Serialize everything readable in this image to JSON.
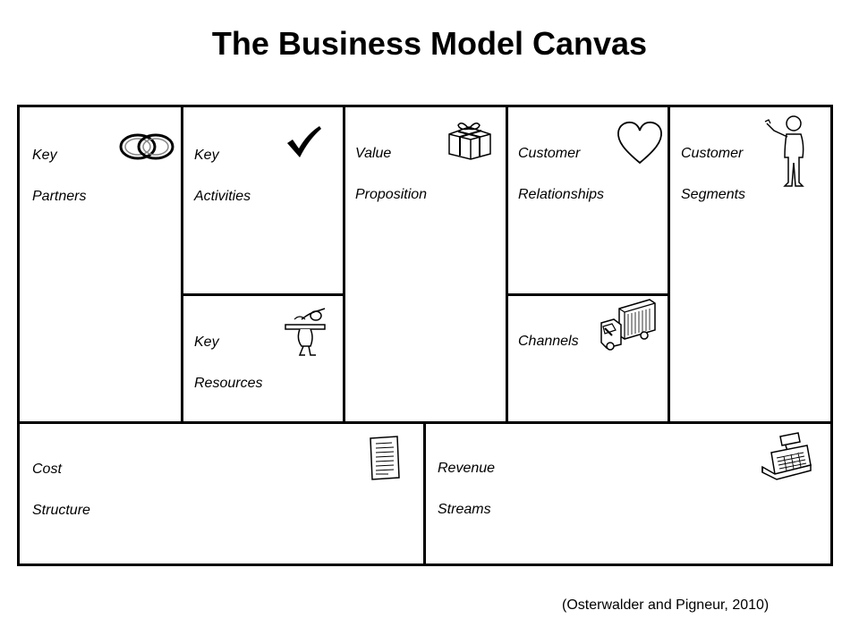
{
  "title": "The Business Model Canvas",
  "blocks": {
    "key_partners": {
      "line1": "Key",
      "line2": "Partners",
      "icon": "rings-icon"
    },
    "key_activities": {
      "line1": "Key",
      "line2": "Activities",
      "icon": "checkmark-icon"
    },
    "key_resources": {
      "line1": "Key",
      "line2": "Resources",
      "icon": "worker-icon"
    },
    "value_proposition": {
      "line1": "Value",
      "line2": "Proposition",
      "icon": "gift-icon"
    },
    "customer_relationships": {
      "line1": "Customer",
      "line2": "Relationships",
      "icon": "heart-icon"
    },
    "channels": {
      "line1": "Channels",
      "icon": "truck-icon"
    },
    "customer_segments": {
      "line1": "Customer",
      "line2": "Segments",
      "icon": "person-icon"
    },
    "cost_structure": {
      "line1": "Cost",
      "line2": "Structure",
      "icon": "document-icon"
    },
    "revenue_streams": {
      "line1": "Revenue",
      "line2": "Streams",
      "icon": "cash-register-icon"
    }
  },
  "citation": "(Osterwalder and Pigneur, 2010)"
}
